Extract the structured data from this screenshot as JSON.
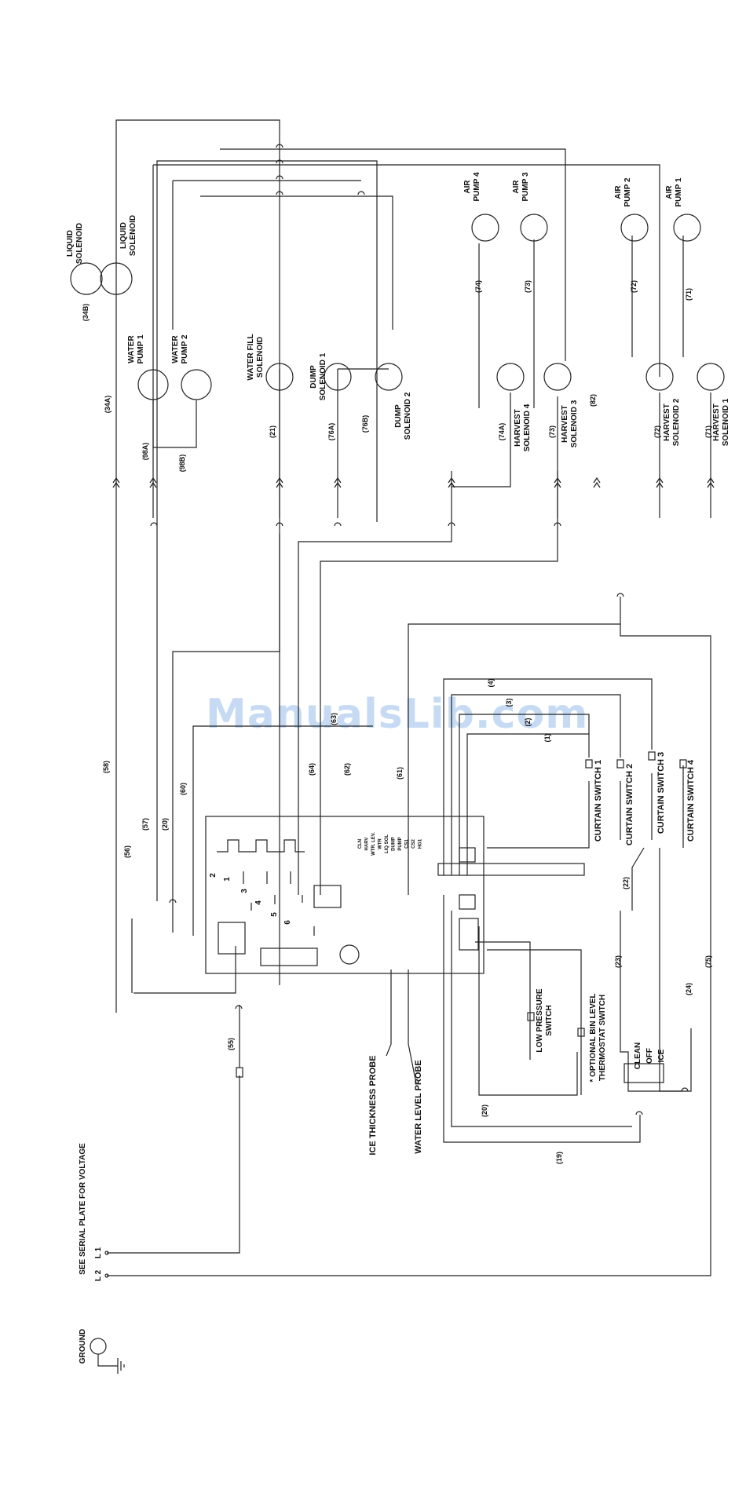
{
  "watermark": "ManualsLib.com",
  "header": {
    "ground": "GROUND",
    "voltage_note": "SEE SERIAL PLATE FOR VOLTAGE",
    "l1": "L 1",
    "l2": "L 2"
  },
  "wire_numbers": {
    "w1": "(1)",
    "w2": "(2)",
    "w3": "(3)",
    "w4": "(4)",
    "w19": "(19)",
    "w20": "(20)",
    "w20b": "(20)",
    "w21": "(21)",
    "w22": "(22)",
    "w23": "(23)",
    "w24": "(24)",
    "w34a": "(34A)",
    "w34b": "(34B)",
    "w55": "(55)",
    "w56": "(56)",
    "w57": "(57)",
    "w58": "(58)",
    "w60": "(60)",
    "w61": "(61)",
    "w62": "(62)",
    "w63": "(63)",
    "w64": "(64)",
    "w71a": "(71)",
    "w71b": "(71)",
    "w72a": "(72)",
    "w72b": "(72)",
    "w73a": "(73)",
    "w73b": "(73)",
    "w74": "(74)",
    "w74a": "(74A)",
    "w75": "(75)",
    "w76a": "(76A)",
    "w76b": "(76B)",
    "w82": "(82)",
    "w98a": "(98A)",
    "w98b": "(98B)"
  },
  "components": {
    "liquid_solenoid_1": [
      "LIQUID",
      "SOLENOID"
    ],
    "liquid_solenoid_2": [
      "LIQUID",
      "SOLENOID"
    ],
    "water_pump_1": [
      "WATER",
      "PUMP 1"
    ],
    "water_pump_2": [
      "WATER",
      "PUMP 2"
    ],
    "water_fill_solenoid": [
      "WATER FILL",
      "SOLENOID"
    ],
    "dump_solenoid_1": [
      "DUMP",
      "SOLENOID 1"
    ],
    "dump_solenoid_2": [
      "DUMP",
      "SOLENOID 2"
    ],
    "air_pump_4": [
      "AIR",
      "PUMP 4"
    ],
    "air_pump_3": [
      "AIR",
      "PUMP 3"
    ],
    "air_pump_2": [
      "AIR",
      "PUMP 2"
    ],
    "air_pump_1": [
      "AIR",
      "PUMP 1"
    ],
    "harvest_solenoid_4": [
      "HARVEST",
      "SOLENOID 4"
    ],
    "harvest_solenoid_3": [
      "HARVEST",
      "SOLENOID 3"
    ],
    "harvest_solenoid_2": [
      "HARVEST",
      "SOLENOID 2"
    ],
    "harvest_solenoid_1": [
      "HARVEST",
      "SOLENOID 1"
    ],
    "curtain_switch_1": "CURTAIN SWITCH 1",
    "curtain_switch_2": "CURTAIN SWITCH 2",
    "curtain_switch_3": "CURTAIN SWITCH 3",
    "curtain_switch_4": "CURTAIN SWITCH 4",
    "low_pressure_switch": [
      "LOW PRESSURE",
      "SWITCH"
    ],
    "bin_level_switch": [
      "* OPTIONAL BIN LEVEL",
      "THERMOSTAT SWITCH"
    ],
    "clean_off_ice": [
      "CLEAN",
      "OFF",
      "ICE"
    ],
    "ice_thickness_probe": "ICE THICKNESS PROBE",
    "water_level_probe": "WATER LEVEL PROBE"
  },
  "board": {
    "relay_numbers": [
      "2",
      "1",
      "3",
      "4",
      "5",
      "6"
    ],
    "led_labels": [
      "CLN",
      "HARV",
      "WTR. LEV.",
      "WTR",
      "LIQ SOL",
      "DUMP",
      "PUMP",
      "CS1",
      "CS2",
      "HG1"
    ]
  }
}
